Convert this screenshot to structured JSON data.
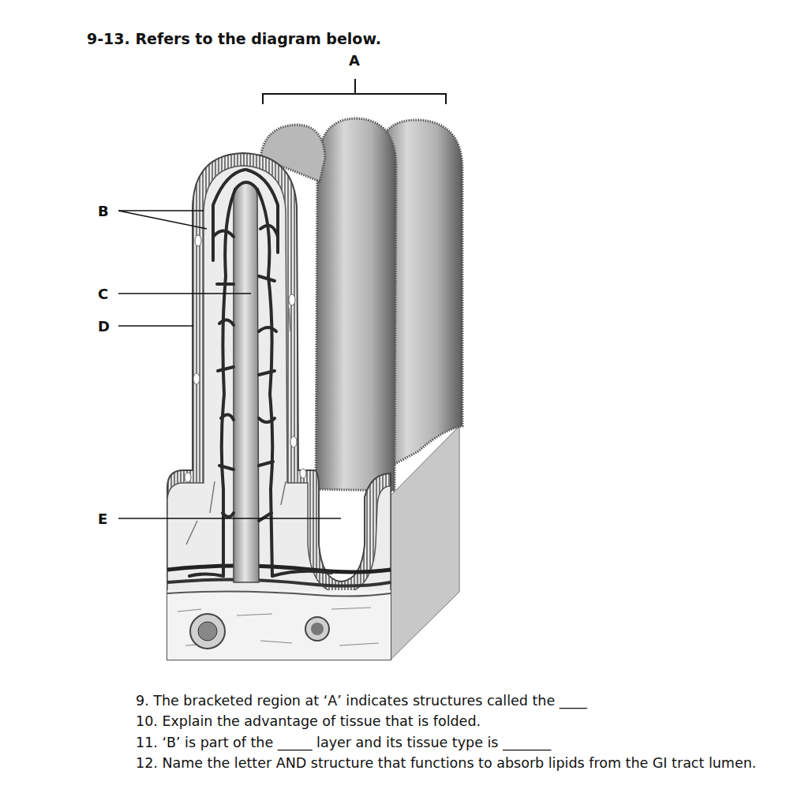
{
  "diagram": {
    "title": "9-13. Refers to the diagram below.",
    "labels": [
      "A",
      "B",
      "C",
      "D",
      "E",
      "9. The bracketed region at ‘A’ indicates structures called the ____",
      "10. Explain the advantage of tissue that is folded.",
      "11. ‘B’ is part of the _____ layer and its tissue type is _______",
      "12. Name the letter AND structure that functions to absorb lipids from the GI tract lumen."
    ]
  }
}
